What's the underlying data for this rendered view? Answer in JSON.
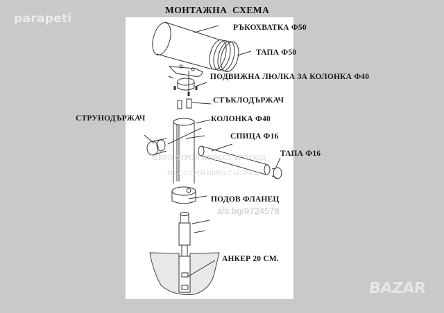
{
  "watermark_brand": "parapeti",
  "title": "МОНТАЖНА  СХЕМА",
  "labels": {
    "handle": "РЪКОХВАТКА Ф50",
    "cap50": "ТАПА Ф50",
    "cradle": "ПОДВИЖНА ЛЮЛКА ЗА КОЛОНКА Ф40",
    "glass_holder": "СТЪКЛОДЪРЖАЧ",
    "string_holder": "СТРУНОДЪРЖАЧ",
    "column": "КОЛОНКА Ф40",
    "spoke": "СПИЦА Ф16",
    "cap16": "ТАПА Ф16",
    "flange": "ПОДОВ ФЛАНЕЦ",
    "anchor": "АНКЕР 20 СМ."
  },
  "company_watermarks": [
    "ЕВРО СТРОЙ ИНВЕСТ БГ ЕООД",
    "ЕВРО СТРОЙ ИНВЕСТ БГ ЕООД"
  ],
  "listing_watermark": "alo.bg/9724578",
  "site_logo": "BAZAR",
  "colors": {
    "background": "#c9c9c9",
    "panel": "#ffffff",
    "ink": "#1a1a1a"
  }
}
